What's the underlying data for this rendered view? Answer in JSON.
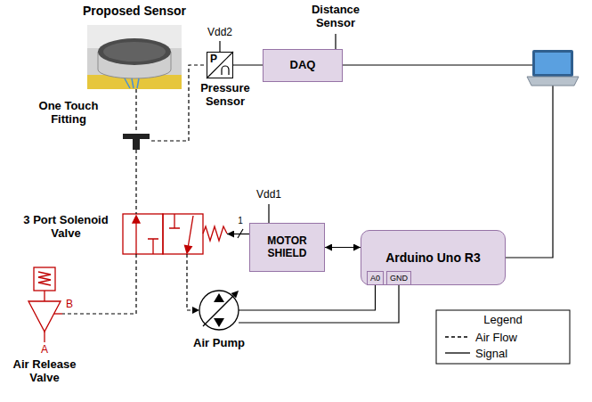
{
  "diagram": {
    "nodes": [
      {
        "text": [
          "Proposed Sensor"
        ]
      },
      {
        "text": [
          "P",
          "Pressure Sensor"
        ]
      },
      {
        "text": [
          "DAQ"
        ]
      },
      {
        "text": [
          "One Touch Fitting"
        ]
      },
      {
        "text": [
          "3 Port Solenoid Valve"
        ]
      },
      {
        "text": [
          "MOTOR SHIELD"
        ]
      },
      {
        "text": [
          "Arduino Uno R3"
        ]
      },
      {
        "text": [
          "A0"
        ],
        "in": 6
      },
      {
        "text": [
          "GND"
        ],
        "in": 6
      },
      {
        "text": [
          "Air Release Valve"
        ]
      },
      {
        "text": [
          "Air Pump"
        ]
      }
    ],
    "edges": [
      {
        "from": 0,
        "to": 3,
        "arrow": "none"
      },
      {
        "from": 3,
        "to": 1,
        "arrow": "none"
      },
      {
        "from": 1,
        "to": 2,
        "arrow": "none"
      },
      {
        "from": 3,
        "to": 4,
        "arrow": "none"
      },
      {
        "from": 5,
        "to": 4,
        "arrow": "to"
      },
      {
        "from": 5,
        "to": 6,
        "arrow": "both"
      },
      {
        "from": 4,
        "to": 9,
        "arrow": "none"
      },
      {
        "from": 4,
        "to": 10,
        "arrow": "to"
      },
      {
        "from": 7,
        "to": 10,
        "arrow": "none"
      },
      {
        "from": 8,
        "to": 10,
        "arrow": "none"
      }
    ],
    "labels": [
      "Vdd2",
      "Distance Sensor",
      "Vdd1",
      "1",
      "B",
      "A",
      "Legend"
    ],
    "legend": [
      {
        "text": "Air Flow"
      },
      {
        "text": "Signal"
      }
    ]
  }
}
